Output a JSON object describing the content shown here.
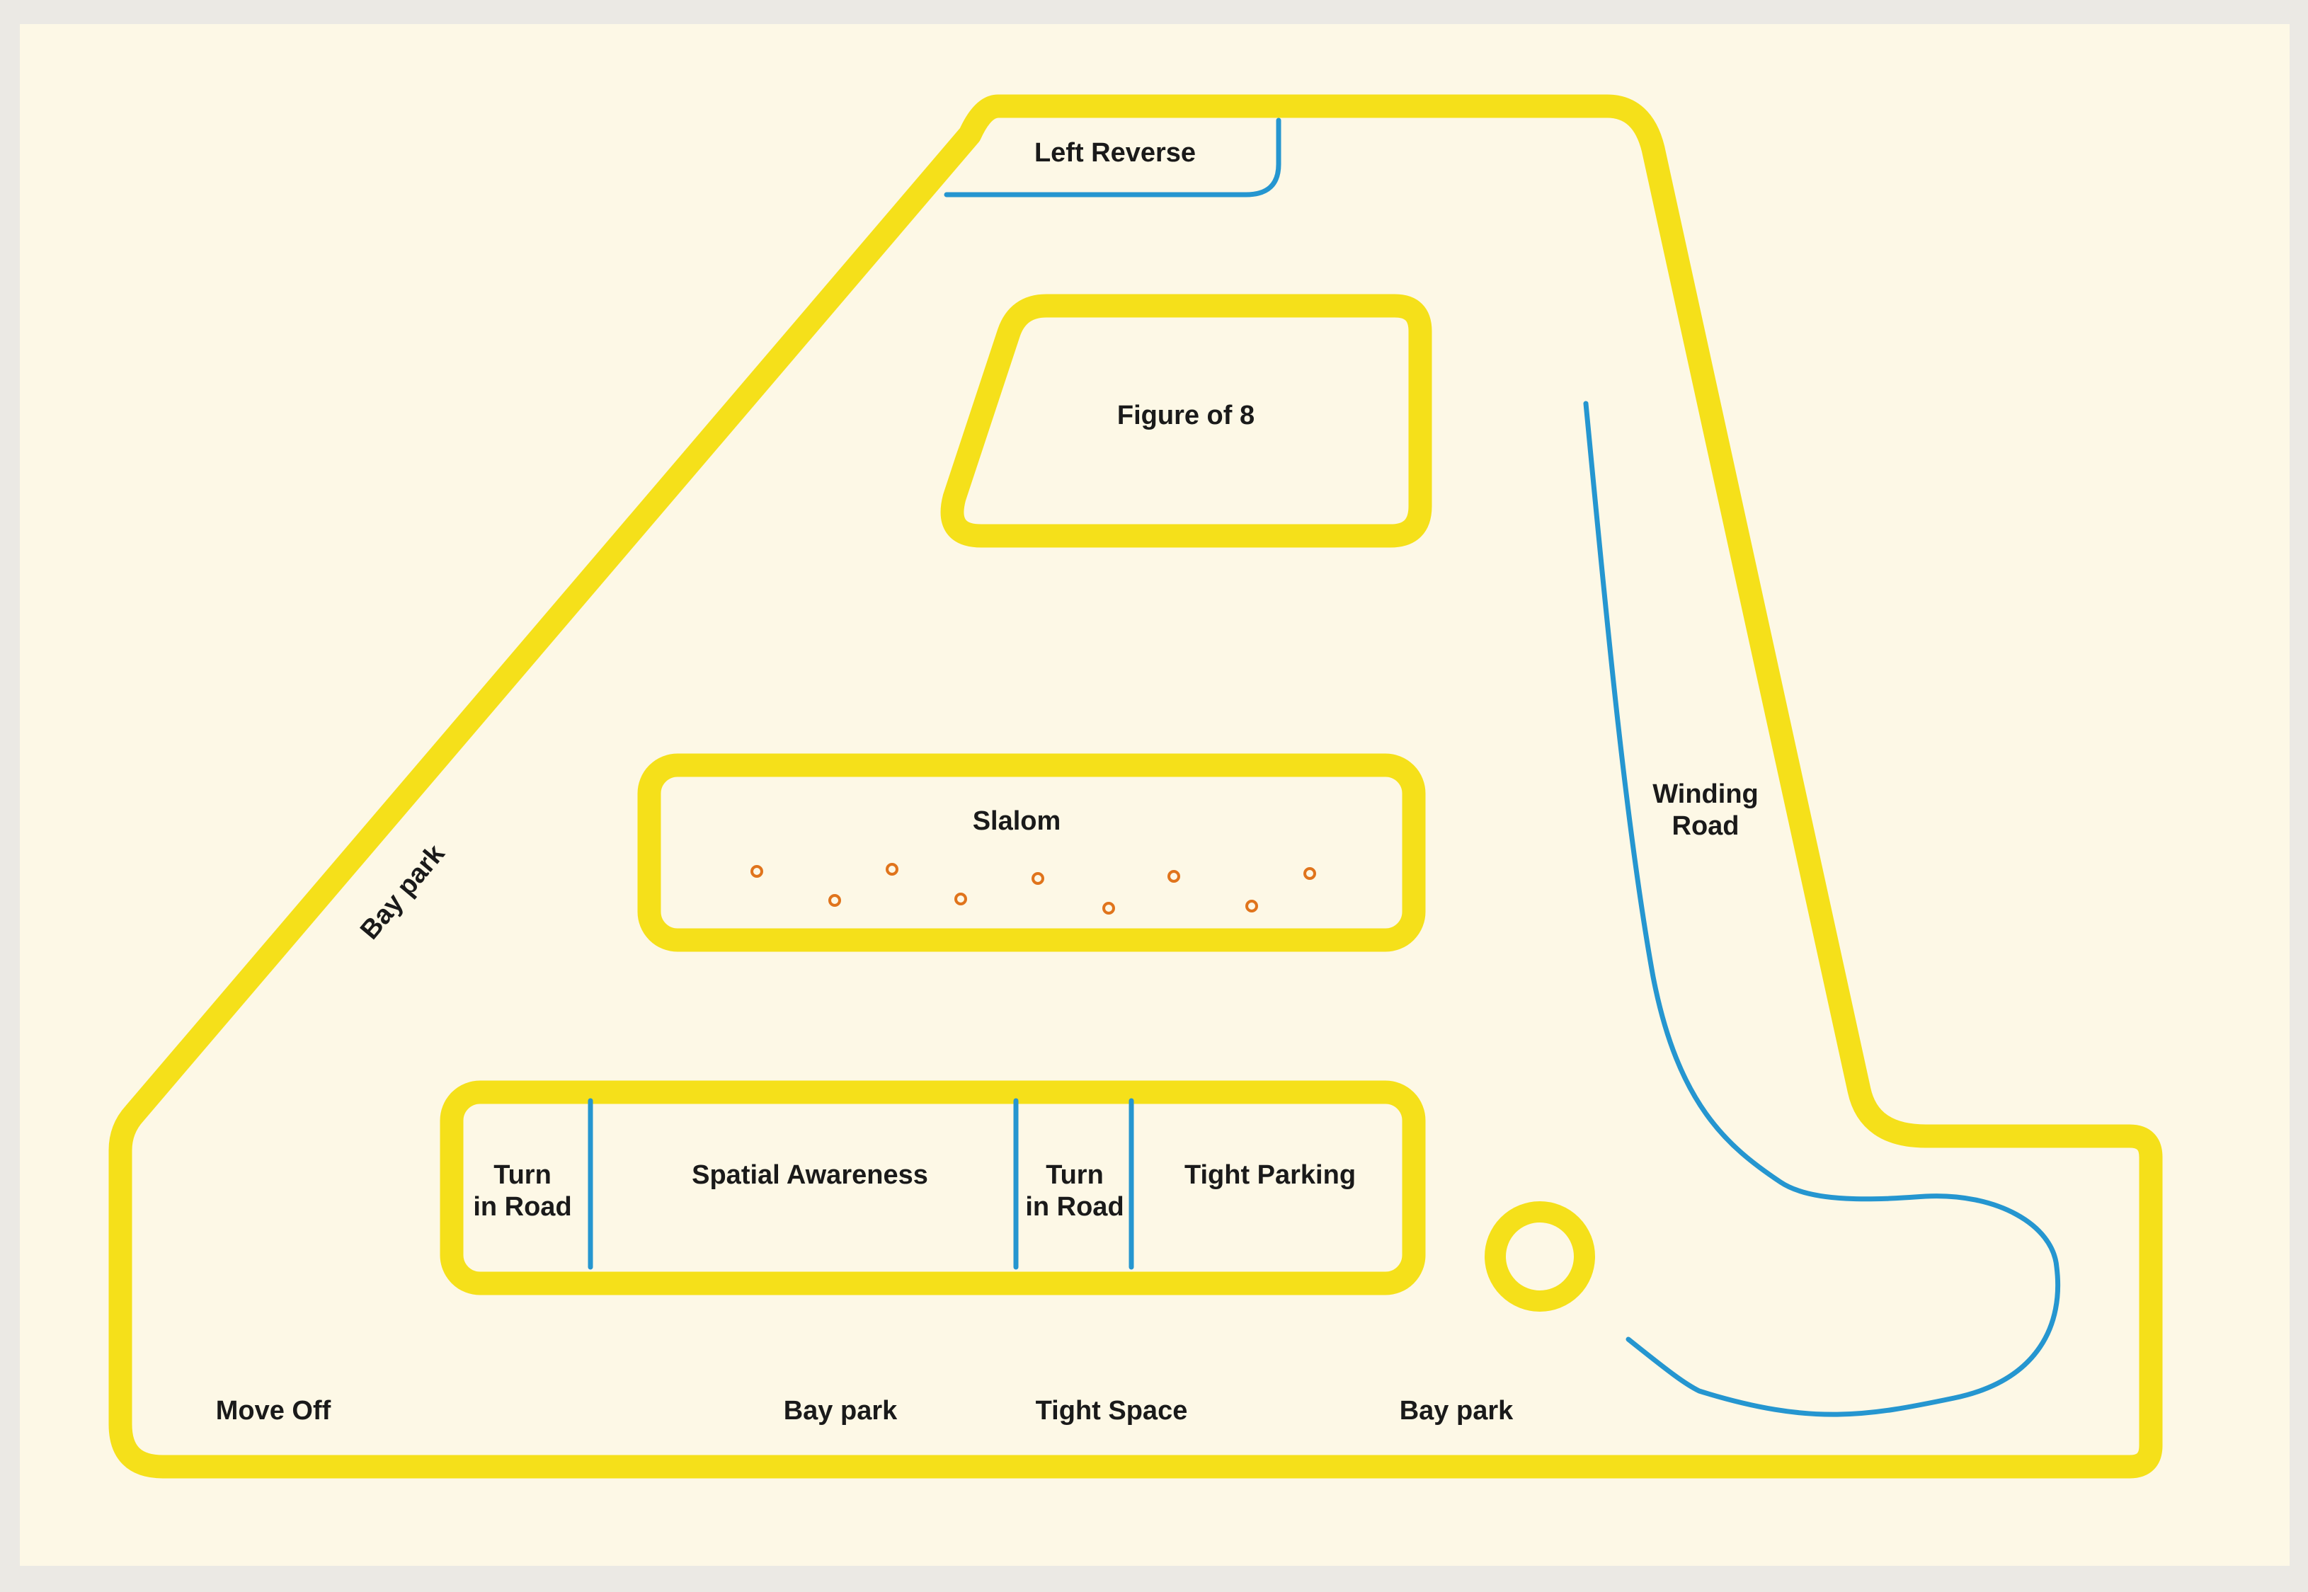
{
  "colors": {
    "background": "#fdf8e6",
    "frame": "#ebe9e4",
    "track": "#f5e01a",
    "course_line": "#2596d0",
    "cone": "#e0741c",
    "text": "#1a1a1a"
  },
  "labels": {
    "left_reverse": "Left Reverse",
    "figure_of_8": "Figure of 8",
    "slalom": "Slalom",
    "winding_road_1": "Winding",
    "winding_road_2": "Road",
    "bay_park_diagonal": "Bay park",
    "turn_in_road_left_1": "Turn",
    "turn_in_road_left_2": "in Road",
    "spatial_awareness": "Spatial Awareness",
    "turn_in_road_right_1": "Turn",
    "turn_in_road_right_2": "in Road",
    "tight_parking": "Tight Parking",
    "move_off": "Move Off",
    "bay_park_bottom_1": "Bay park",
    "tight_space": "Tight Space",
    "bay_park_bottom_2": "Bay park"
  }
}
